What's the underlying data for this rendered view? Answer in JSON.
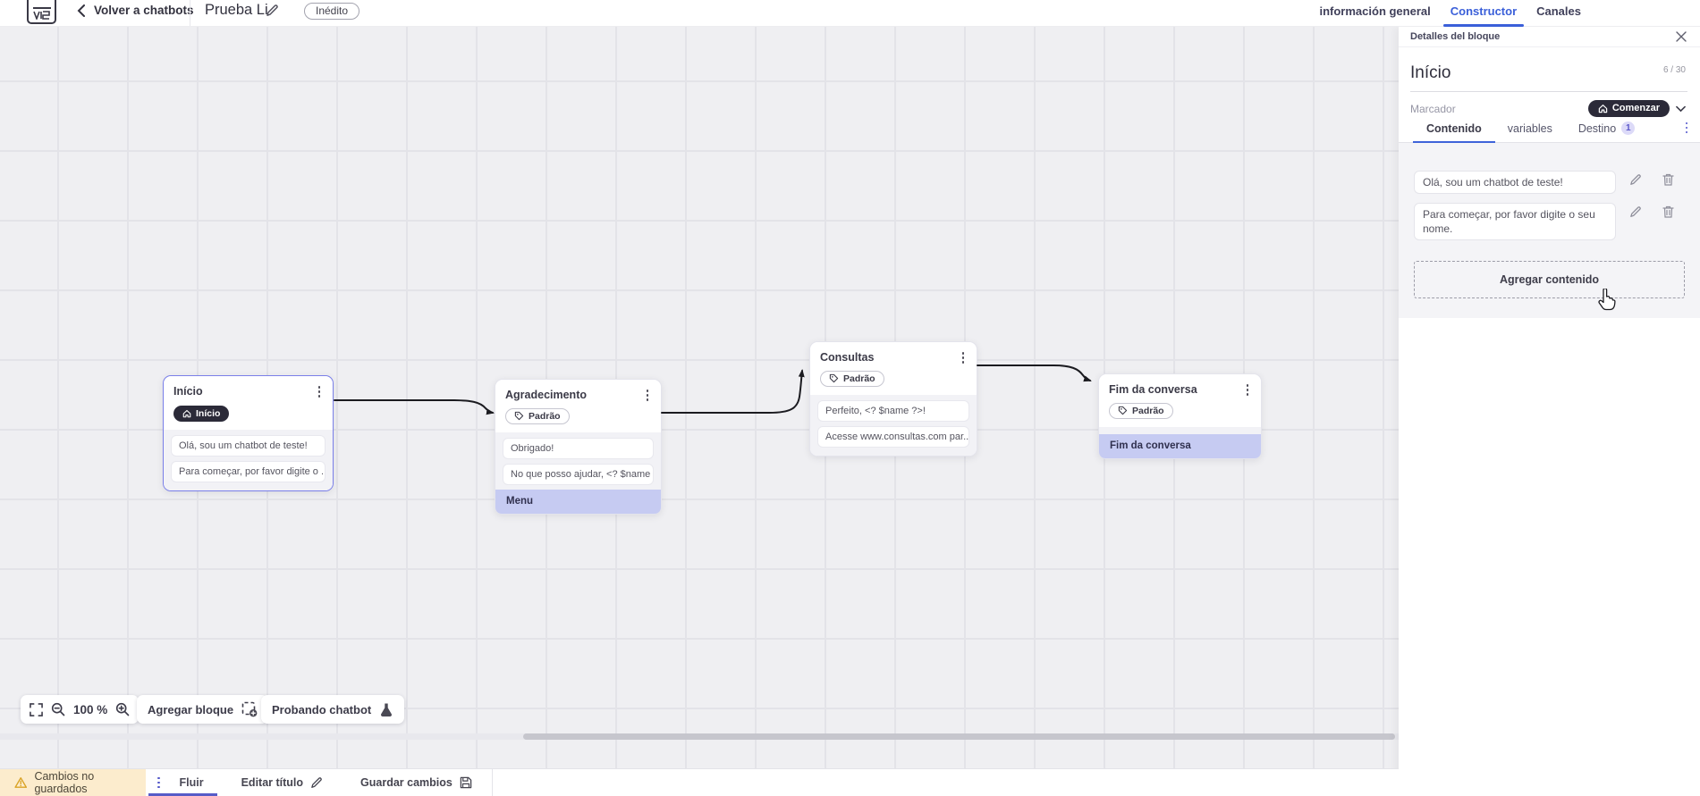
{
  "header": {
    "back_label": "Volver a chatbots",
    "flow_title": "Prueba Li",
    "status_badge": "Inédito",
    "tabs": {
      "general": "información general",
      "constructor": "Constructor",
      "channels": "Canales"
    }
  },
  "canvas": {
    "zoom_level": "100 %",
    "toolbar": {
      "add_block": "Agregar bloque",
      "test_chatbot": "Probando chatbot"
    },
    "nodes": [
      {
        "title": "Início",
        "badge": "Início",
        "messages": [
          "Olá, sou um chatbot de teste!",
          "Para começar, por favor digite o ..."
        ]
      },
      {
        "title": "Agradecimento",
        "badge": "Padrão",
        "messages": [
          "Obrigado!",
          "No que posso ajudar, <? $name ..."
        ],
        "highlight": "Menu"
      },
      {
        "title": "Consultas",
        "badge": "Padrão",
        "messages": [
          "Perfeito, <? $name ?>!",
          "Acesse www.consultas.com par..."
        ]
      },
      {
        "title": "Fim da conversa",
        "badge": "Padrão",
        "highlight": "Fim da conversa"
      }
    ]
  },
  "panel": {
    "header_title": "Detalles del bloque",
    "block_name": "Início",
    "char_counter": "6 / 30",
    "marker_label": "Marcador",
    "marker_value": "Comenzar",
    "tabs": {
      "content": "Contenido",
      "variables": "variables",
      "destination": "Destino",
      "destination_badge": "1"
    },
    "contents": [
      "Olá, sou um chatbot de teste!",
      "Para começar, por favor digite o seu nome."
    ],
    "add_content_label": "Agregar contenido"
  },
  "bottom_bar": {
    "warning": "Cambios no guardados",
    "flow_tab": "Fluir",
    "edit_title": "Editar título",
    "save": "Guardar cambios"
  },
  "icons": {
    "logo": "app-logo",
    "back": "chevron-left-icon",
    "edit": "pencil-icon",
    "start_marker": "home-icon",
    "default_marker": "tag-icon",
    "menu": "kebab-icon",
    "close": "close-icon",
    "dropdown": "chevron-down-icon",
    "delete": "trash-icon",
    "fit": "fit-screen-icon",
    "zoom_out": "zoom-out-icon",
    "zoom_in": "zoom-in-icon",
    "add_block": "add-block-icon",
    "test": "flask-icon",
    "warning": "warning-triangle-icon",
    "save": "save-icon",
    "pointer": "hand-cursor"
  },
  "colors": {
    "accent_blue": "#3a5fd9",
    "accent_purple": "#575cc8",
    "selection_border": "#7a7fe9",
    "highlight_row": "#c6cbf2",
    "dark_pill": "#2b2a38",
    "warning_bg": "#fceccd",
    "canvas_bg": "#efeff2",
    "grid_line": "#e3e3e8"
  }
}
